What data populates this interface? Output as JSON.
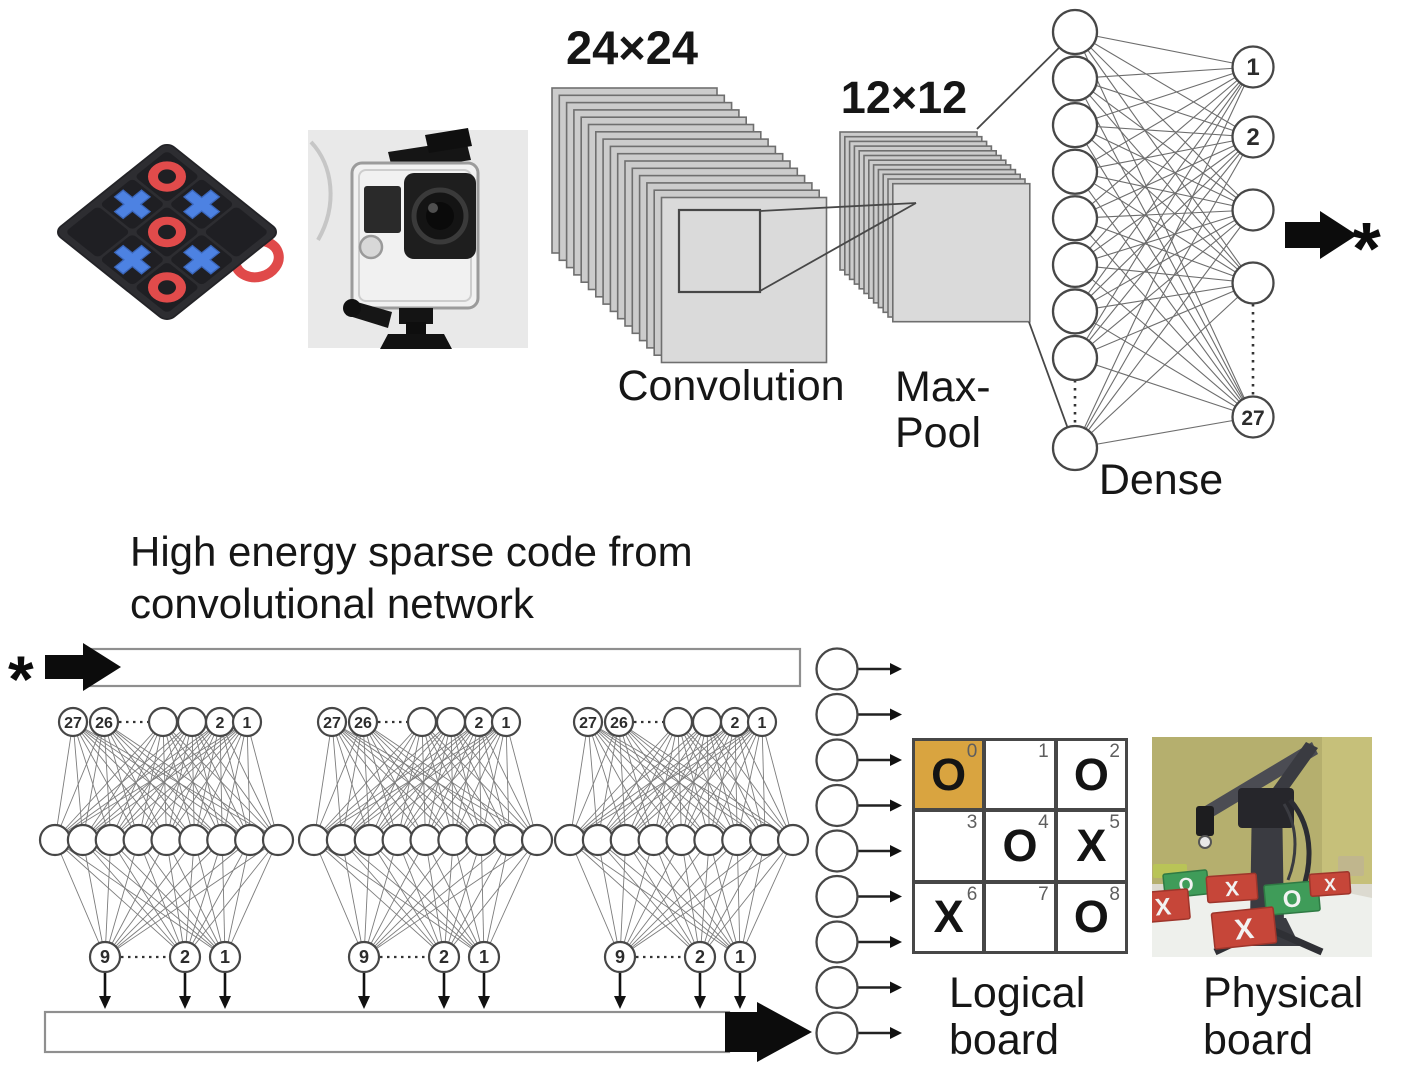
{
  "cnn_pipeline": {
    "conv_size_label": "24×24",
    "conv_label": "Convolution",
    "conv_map_count": 16,
    "pool_size_label": "12×12",
    "pool_label_line1": "Max-",
    "pool_label_line2": "Pool",
    "pool_map_count": 12,
    "dense_label": "Dense",
    "dense_input_node_count": 9,
    "dense_output_node_labels": [
      "1",
      "2",
      "",
      "",
      "27"
    ],
    "output_symbol": "*"
  },
  "sparse_code": {
    "caption_line1": "High energy sparse code from",
    "caption_line2": "convolutional network",
    "input_symbol": "*"
  },
  "decoder_networks": {
    "count": 3,
    "input_node_labels": [
      "27",
      "26",
      "",
      "",
      "2",
      "1"
    ],
    "hidden_node_count": 9,
    "output_node_labels": [
      "9",
      "2",
      "1"
    ]
  },
  "move_distribution": {
    "node_count": 9
  },
  "logical_board": {
    "label_line1": "Logical",
    "label_line2": "board",
    "highlight_color": "#d9a440",
    "cells": [
      {
        "index": "0",
        "mark": "O",
        "highlighted": true
      },
      {
        "index": "1",
        "mark": "",
        "highlighted": false
      },
      {
        "index": "2",
        "mark": "O",
        "highlighted": false
      },
      {
        "index": "3",
        "mark": "",
        "highlighted": false
      },
      {
        "index": "4",
        "mark": "O",
        "highlighted": false
      },
      {
        "index": "5",
        "mark": "X",
        "highlighted": false
      },
      {
        "index": "6",
        "mark": "X",
        "highlighted": false
      },
      {
        "index": "7",
        "mark": "",
        "highlighted": false
      },
      {
        "index": "8",
        "mark": "O",
        "highlighted": false
      }
    ]
  },
  "physical_board": {
    "label_line1": "Physical",
    "label_line2": "board",
    "tiles": [
      {
        "color": "green",
        "mark": "O"
      },
      {
        "color": "red",
        "mark": "X"
      },
      {
        "color": "green",
        "mark": "O"
      },
      {
        "color": "red",
        "mark": "X"
      },
      {
        "color": "red",
        "mark": "X"
      },
      {
        "color": "red",
        "mark": "X"
      }
    ]
  }
}
